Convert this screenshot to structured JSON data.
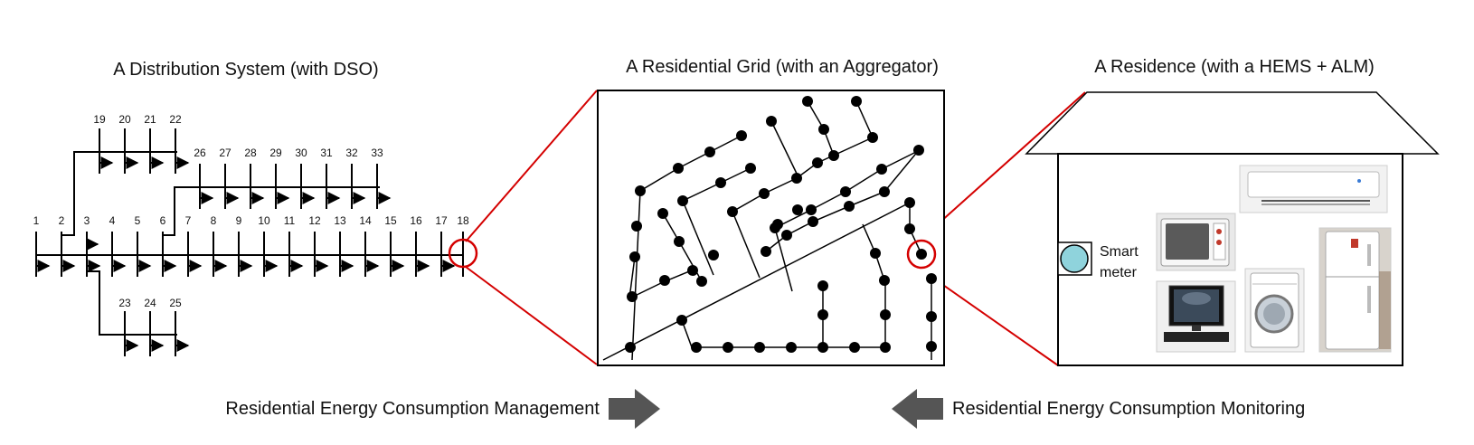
{
  "titles": {
    "distribution": "A Distribution System (with DSO)",
    "grid": "A Residential Grid (with an Aggregator)",
    "residence": "A Residence (with a HEMS + ALM)"
  },
  "buses": {
    "main": [
      "1",
      "2",
      "3",
      "4",
      "5",
      "6",
      "7",
      "8",
      "9",
      "10",
      "11",
      "12",
      "13",
      "14",
      "15",
      "16",
      "17",
      "18"
    ],
    "branch_19_22": [
      "19",
      "20",
      "21",
      "22"
    ],
    "branch_26_33": [
      "26",
      "27",
      "28",
      "29",
      "30",
      "31",
      "32",
      "33"
    ],
    "branch_23_25": [
      "23",
      "24",
      "25"
    ]
  },
  "smart_meter": {
    "line1": "Smart",
    "line2": "meter"
  },
  "appliances": [
    "microwave-icon",
    "air-conditioner-icon",
    "computer-icon",
    "washing-machine-icon",
    "refrigerator-icon"
  ],
  "captions": {
    "management": "Residential Energy Consumption Management",
    "monitoring": "Residential Energy Consumption Monitoring"
  },
  "colors": {
    "zoom_line": "#d40000",
    "arrow": "#555555",
    "meter": "#8fd3dc",
    "line": "#000000"
  }
}
